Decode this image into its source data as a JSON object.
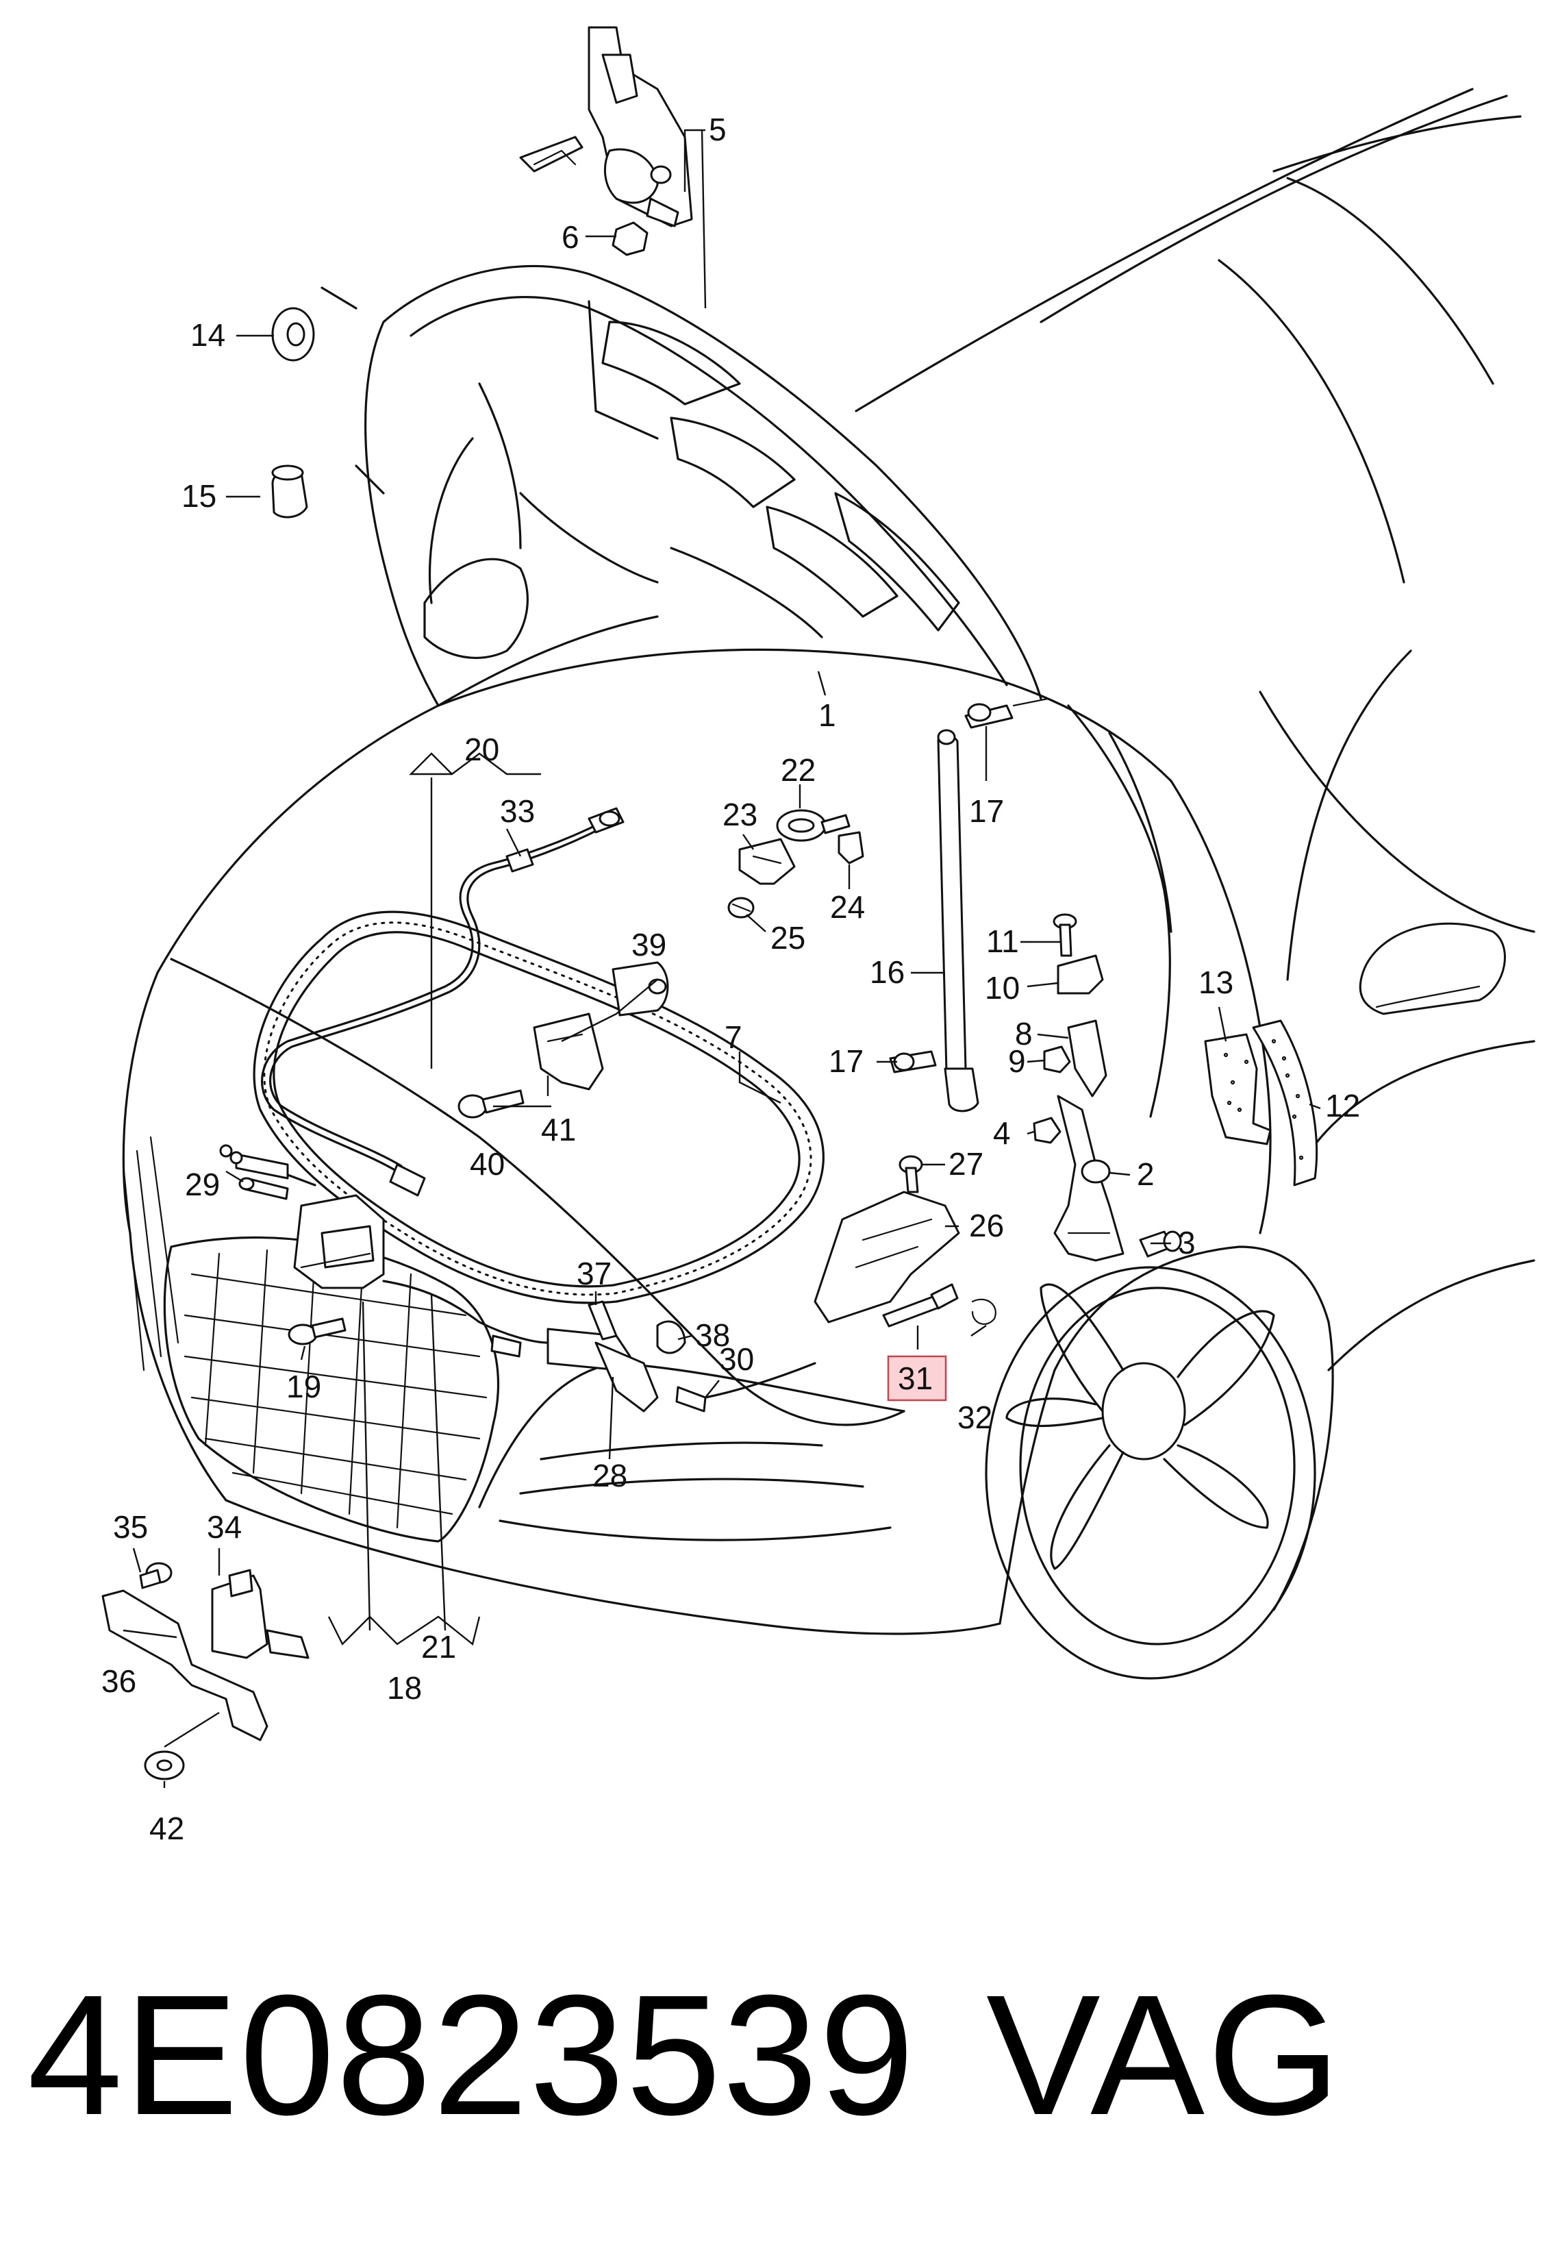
{
  "diagram": {
    "callouts": [
      "1",
      "2",
      "3",
      "4",
      "5",
      "6",
      "7",
      "8",
      "9",
      "10",
      "11",
      "12",
      "13",
      "14",
      "15",
      "16",
      "17",
      "17",
      "18",
      "19",
      "20",
      "21",
      "22",
      "23",
      "24",
      "25",
      "26",
      "27",
      "28",
      "29",
      "30",
      "31",
      "32",
      "33",
      "34",
      "35",
      "36",
      "37",
      "38",
      "39",
      "40",
      "41",
      "42"
    ],
    "highlighted_callout": "31",
    "highlight_color": "#fbd3d6",
    "highlight_border": "#c9434c"
  },
  "footer": {
    "part_number": "4E0823539",
    "brand": "VAG"
  }
}
